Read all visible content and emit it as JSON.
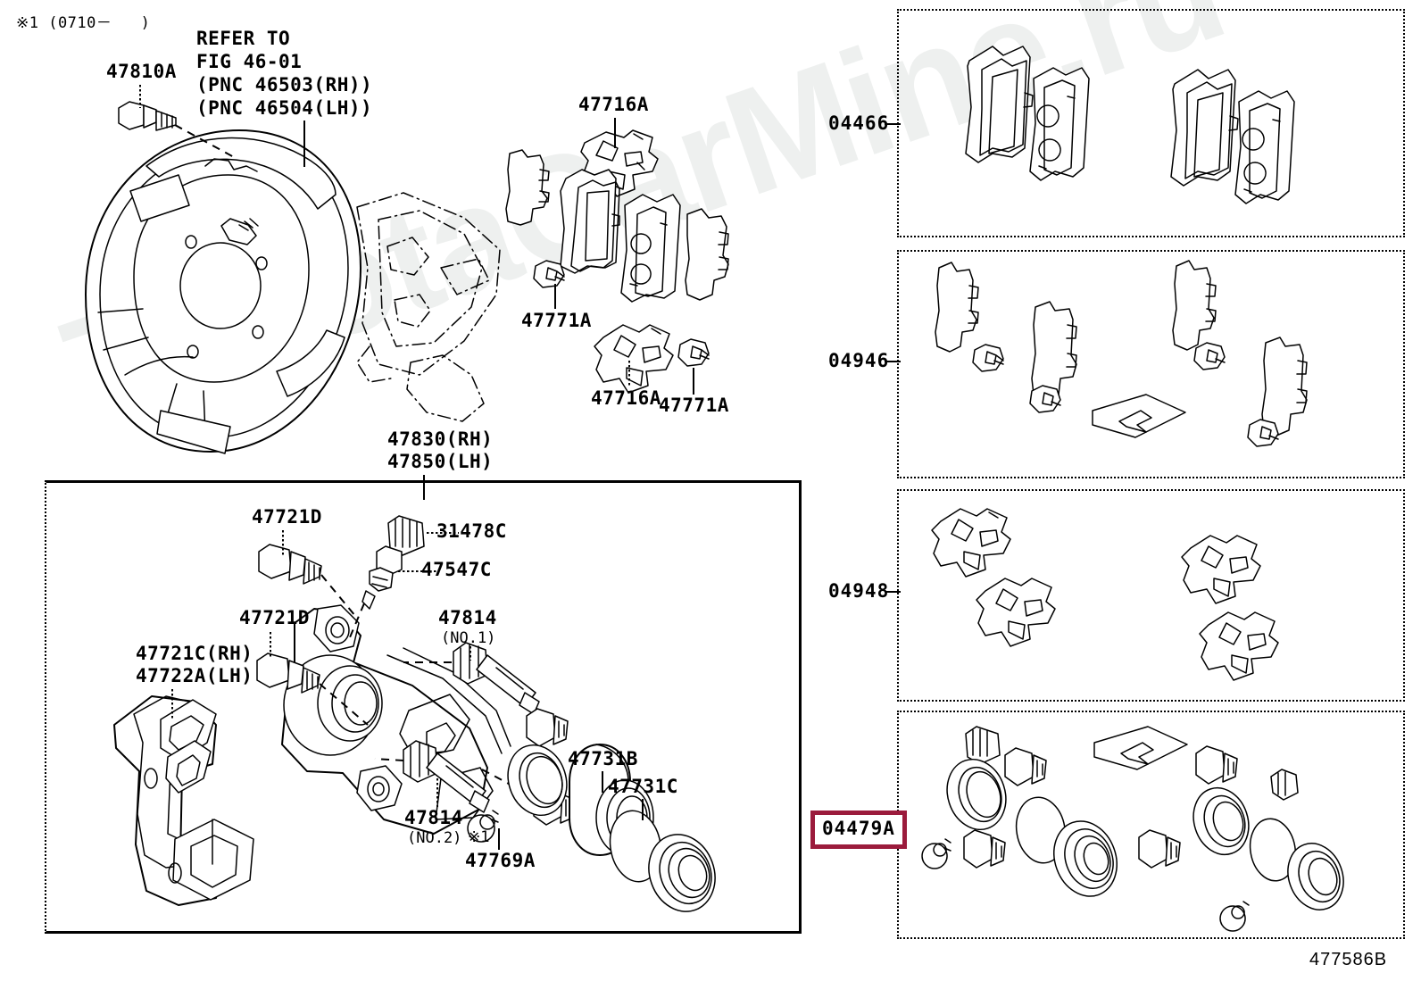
{
  "figure": {
    "id": "477586B",
    "watermark": "ToyotaCarMine.ru"
  },
  "notes": {
    "date_note": "※1 (0710－   )",
    "refer_to": "REFER TO\nFIG 46-01\n(PNC 46503(RH))\n(PNC 46504(LH))",
    "star_mark": "※1"
  },
  "main_diagram": {
    "labels": [
      {
        "name": "backing-plate-bolt",
        "text": "47810A"
      },
      {
        "name": "pad-support-plate-upper",
        "text": "47716A"
      },
      {
        "name": "anti-squeal-shim-left",
        "text": "47771A"
      },
      {
        "name": "pad-support-plate-lower",
        "text": "47716A"
      },
      {
        "name": "anti-squeal-shim-right",
        "text": "47771A"
      },
      {
        "name": "caliper-assembly",
        "text": "47830(RH)\n47850(LH)"
      }
    ]
  },
  "detail_box": {
    "labels": [
      {
        "name": "slide-pin-bolt-upper",
        "text": "47721D"
      },
      {
        "name": "bleeder-plug-cap",
        "text": "31478C"
      },
      {
        "name": "bleeder-plug",
        "text": "47547C"
      },
      {
        "name": "slide-pin-bolt-lower",
        "text": "47721D"
      },
      {
        "name": "caliper-mounting-bracket",
        "text": "47721C(RH)\n47722A(LH)"
      },
      {
        "name": "slide-pin-no1",
        "text": "47814",
        "sub": "(NO.1)"
      },
      {
        "name": "slide-pin-no2",
        "text": "47814",
        "sub": "(NO.2)"
      },
      {
        "name": "piston-seal-set",
        "text": "47769A",
        "mark": "※1"
      },
      {
        "name": "caliper-piston",
        "text": "47731B"
      },
      {
        "name": "piston-boot",
        "text": "47731C"
      }
    ]
  },
  "kits": [
    {
      "name": "pad-kit",
      "code": "04466",
      "highlighted": false
    },
    {
      "name": "shim-kit",
      "code": "04946",
      "highlighted": false
    },
    {
      "name": "fitting-kit",
      "code": "04948",
      "highlighted": false
    },
    {
      "name": "cylinder-kit",
      "code": "04479A",
      "highlighted": true
    }
  ],
  "colors": {
    "highlight_border": "#9B1B3C",
    "line": "#000000",
    "background": "#FFFFFF",
    "watermark": "#EEF0EF"
  }
}
